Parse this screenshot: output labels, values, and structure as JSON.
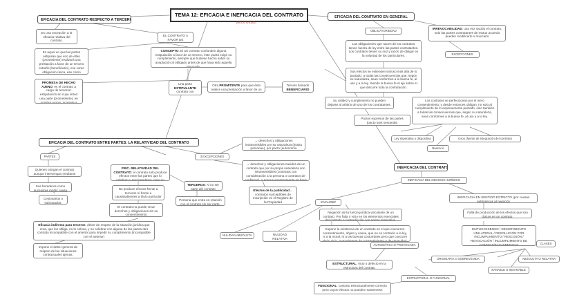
{
  "title": "TEMA 12: EFICACIA E INEFICACIA DEL CONTRATO",
  "title_scribble": "(RELATIVIDAD)",
  "nodes": {
    "terceros_head": "EFICACIA DEL CONTRATO RESPECTO A TERCEROS",
    "general_head": "EFICACIA DEL CONTRATO EN GENERAL",
    "partes_head": "EFICACIA DEL CONTRATO ENTRE PARTES: LA RELATIVIDAD DEL CONTRATO",
    "ineficacia_head": "INEFICACIA DEL CONTRATO",
    "excepcion_relativo": "Es una excepción a la eficacia relativa del contrato.",
    "favor_terceros": "EL CONTRATO A FAVOR DE TERCEROS",
    "supuesto_partes": "Es aquel en que las partes estipulan que uno de ellas (prometiente) realizará una prestación a favor de un tercero extraño (beneficiario), ese como obligación única, ese como obligación concurrente con otra relativa a las partes.",
    "concepto_label": "CONCEPTO",
    "concepto_text": ": El art contrato confunden alguna estipulación a favor de un tercero, éste podrá exigir su cumplimiento, siempre que hubiese hecho saber su aceptación al obligado antes de que haya sido aquella revocada.",
    "promesa_label": "PROMESA DE HECHO AJENO",
    "promesa_text": ": es el contrato a cargo de terceros: estipulación en cuya virtud una parte (prometiente), en nombre propio, promete a otra (promisaria) que un tercero extraño a esa relación realizará una determinada prestación a su favor.",
    "una_parte": "Una parte",
    "estipulante_label": "ESTIPULANTE",
    "contrata_con": "contrata con",
    "otra_prometiente_a": "Otra ",
    "prometiente_label": "PROMITENTE",
    "otra_prometiente_b": " para que ésta realice una prestación a favor de un",
    "tercero_llamado": "Tercero llamado",
    "beneficiario_label": "BENEFICIARIO",
    "obligatoriedad": "OBLIGATORIEDAD",
    "irrevocabilidad_label": "IRREVOCABILIDAD",
    "irrevocabilidad_text": ": una vez nacido el contrato, solo las partes contratantes de mutuo acuerdo pueden modificarlo o revocarlo",
    "excepciones_general": "EXCEPCIONES",
    "obligaciones_nacen": "Las obligaciones que nacen de los contratos tienen fuerza de ley entre las partes contratantes. Los contratos tienen su raíz y razón de obligar en la voluntad de los particulares.",
    "efectos_extienden": "Sus efectos se extienden incluso más allá de lo pactado, a todas las consecuencias que, según su naturaleza, sean conformes a la buena fe, al uso y a la ley. Siendo la buena fe el eje sobre el que discurre toda la contratación.",
    "validez_cumplimiento": "Su validez y cumplimiento no pueden dejarse al arbitrio de uno de los contratantes.",
    "perfeccionan": "Los contratos se perfeccionan por el mero consentimiento, y desde entonces obligan, no solo al cumplimiento de lo expresamente pactado, sino también a todas las consecuencias que, según su naturaleza, sean conformes a la buena fe, al uso y a la ley.",
    "pacto_expreso": "Pactos expresos de las partes (pacto sunt servanda)",
    "ley_imperativa": "Ley imperativa o dispositiva",
    "usos": "Usos (fuente de integración del contrato)",
    "buena_fe": "Buena fe",
    "partes_node": "PARTES",
    "excepciones_partes": "3 EXCEPCIONES",
    "quienes_otorgan": "Quienes otorgan el contrato aunque intervengan mediante representación.",
    "herederos": "Sus herederos como sucesores mortis causa del obligado.",
    "cesionarios": "Cesionarios o subrogados.",
    "princ_label": "PRIC. RELATIVIDAD DEL CONTRATO",
    "princ_text": ": el contrato solo produce efectos entre las partes que lo celebran y sus herederos, pero no puede favorecer ni perjudicar a terceros",
    "derechos_intransmisibles": "→ derechos y obligaciones intransmisibles por su naturaleza (intuitu personae), por pacto (autonomía voluntad) o por ley.",
    "derechos_nacidos": "→ derechos y obligaciones nacidos de un contrato que por su propia naturaleza son intransmisibles (contratos con consideración a la persona o contratos de confianza), o porque expresamente se haya pactado así, o porque lo disponga la propia ley.",
    "no_produce": "No produce efectos frente a terceros ni frente a causahabientes a título particular",
    "terceros_label": "TERCEROS",
    "terceros_text": ": Al no ser parte del contrato",
    "persona_relacion": "Persona que entra en relación con el contrato sin ser parte.",
    "no_crear": "El contrato no puede crear derechos y obligaciones sin su consentimiento",
    "efectos_publicidad_label": "Efectos de la publicidad",
    "efectos_publicidad_text": "→ contratos susceptibles de inscripción en el Registro de la Propiedad",
    "eficacia_indirecta_label": "Eficacia indirecta para terceros",
    "eficacia_indirecta_text": ": deber de respeto de la situación jurídica que crea, que los obliga, no lo coloca, y no celebrar con alguna de las partes otro contrato incompatible con el anterior para impedir su cumplimiento (incompatible con el anterior)",
    "impone_deber": "Impone el deber general de respeto de las situaciones contractuales ajenas.",
    "ineficacia_negocio": "INEFICACIA DEL NEGOCIO JURÍDICO",
    "ineficacia_estricto": "INEFICACIA EN SENTIDO ESTRICTO (por causas extrínsecas al negocio)",
    "falta_produccion": "Falta de producción de los efectos que son típicos en un contrato.",
    "invalidez": "INVALIDEZ",
    "negacion_fuerza": "Negación de la fuerza jurídica vinculante de un contrato. Por falta o vicio en los elementos esenciales del contrato o contradicción con norma imperativa.",
    "supone_existencia": "Supone la existencia de un contrato en el que concurren consentimiento, objeto y causa, que no es contrario a la ley, ni a la moral, ni a las buenas costumbres pero que concurre algún vicio, normalmente de consentimiento o de capacidad.",
    "nulidad_absoluta": "NULIDAD ABSOLUTA",
    "nulidad_relativa": "NULIDAD RELATIVA (ANULABILIDAD)",
    "mutuo_disenso": "MUTUO DISENSO / DESISTIMIENTO UNILATERAL / RESOLUCIÓN POR INCUMPLIMIENTO / RESCISIÓN / REVOCACIÓN / INCUMPLIMIENTO DE CONDICIÓN SUSPENSIVA",
    "clases": "CLASES",
    "automatica": "AUTOMÁTICA O PROVOCADA",
    "originaria": "ORIGINARIA O SOBREVENIDA",
    "absoluta_relativa": "ABSOLUTA O RELATIVA",
    "sanable": "SANABLE O INSANABLE",
    "estructural_label": "ESTRUCTURAL",
    "estructural_text": ": vicio o defecto en la estructura del contrato",
    "estructural_funcional": "ESTRUCTURAL O FUNCIONAL",
    "funcional_label": "FUNCIONAL",
    "funcional_text": ": contrato estructuralmente correcto pero cuyos efectos no pueden mantenerse"
  }
}
